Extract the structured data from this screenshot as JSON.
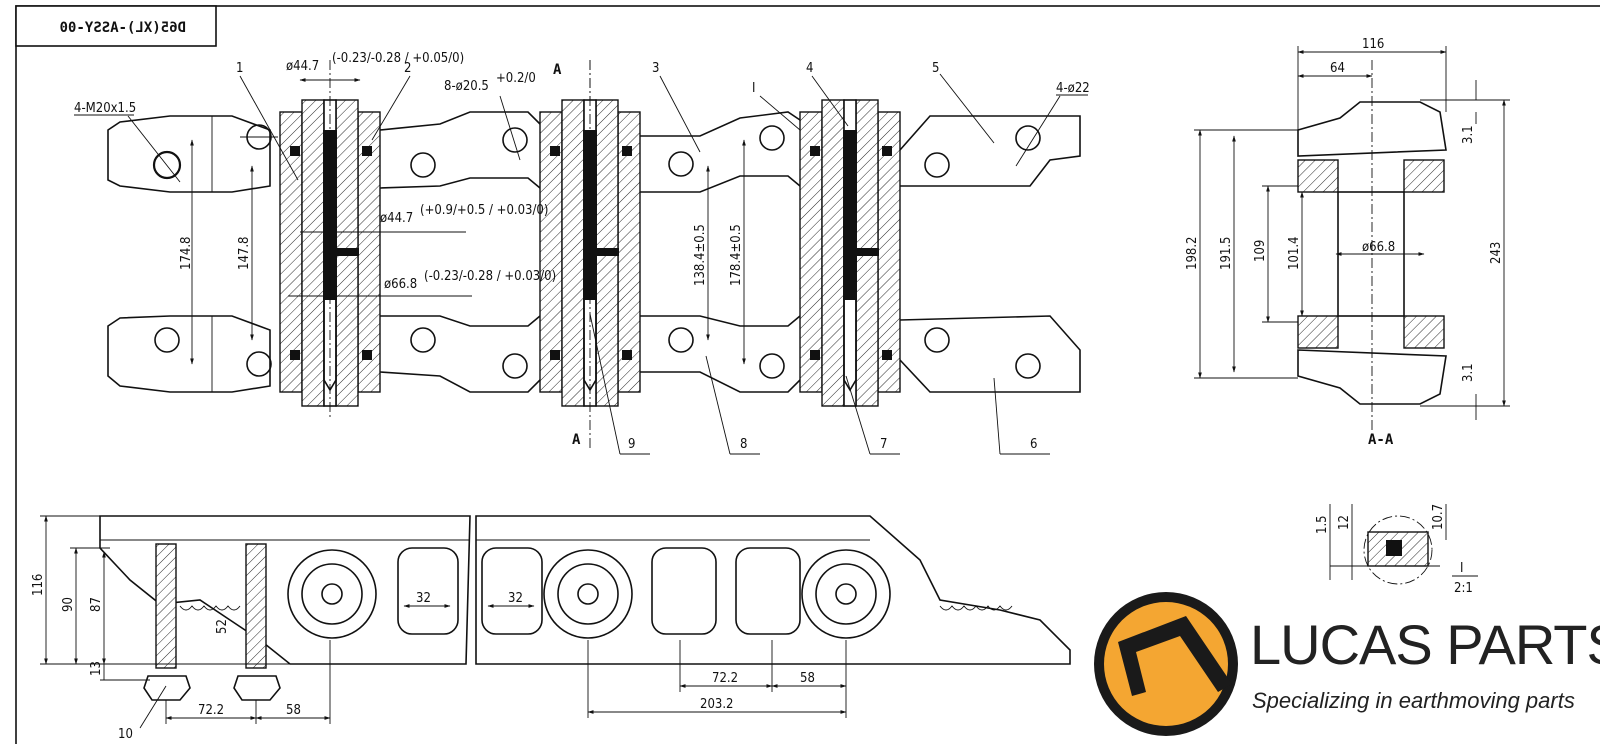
{
  "title_block": {
    "drawing_no": "D65(XL)-ASSY-00"
  },
  "part_labels": [
    "1",
    "2",
    "3",
    "4",
    "5",
    "6",
    "7",
    "8",
    "9",
    "10"
  ],
  "section_labels": {
    "a_top": "A",
    "a_bottom": "A",
    "section": "A-A",
    "detail": "I",
    "detail_scale": "2:1",
    "detail_marker": "I"
  },
  "plan_view": {
    "dim_bolt_thread": "4-M20x1.5",
    "dim_bushing_od": "ø44.7",
    "dim_bushing_od_tol": "(-0.23/-0.28 / +0.05/0)",
    "dim_pin_holes": "8-ø20.5",
    "dim_pin_holes_tol": "+0.2/0",
    "dim_bolt_holes": "4-ø22",
    "dim_pin_fit": "ø44.7",
    "dim_pin_fit_tol": "(+0.9/+0.5 / +0.03/0)",
    "dim_bushing_fit": "ø66.8",
    "dim_bushing_fit_tol": "(-0.23/-0.28 / +0.03/0)",
    "dim_174_8": "174.8",
    "dim_147_8": "147.8",
    "dim_138_4": "138.4±0.5",
    "dim_178_4": "178.4±0.5"
  },
  "section_view": {
    "dim_116": "116",
    "dim_64": "64",
    "dim_3_1_top": "3.1",
    "dim_3_1_bot": "3.1",
    "dim_198_2": "198.2",
    "dim_191_5": "191.5",
    "dim_109": "109",
    "dim_101_4": "101.4",
    "dim_pin_dia": "ø66.8",
    "dim_243": "243"
  },
  "side_view": {
    "dim_116": "116",
    "dim_90": "90",
    "dim_87": "87",
    "dim_13": "13",
    "dim_52": "52",
    "dim_72_2_left": "72.2",
    "dim_58_left": "58",
    "dim_32_a": "32",
    "dim_32_b": "32",
    "dim_72_2_mid": "72.2",
    "dim_58_mid": "58",
    "dim_203_2": "203.2"
  },
  "detail_view": {
    "dim_1_5": "1.5",
    "dim_12": "12",
    "dim_10_7": "10.7"
  },
  "logo": {
    "name": "LUCAS PARTS",
    "tagline": "Specializing in earthmoving parts",
    "accent_color": "#f4a632",
    "ring_color": "#1a1a1a"
  },
  "icons": {
    "logo_mark": "excavator-bucket-icon"
  }
}
